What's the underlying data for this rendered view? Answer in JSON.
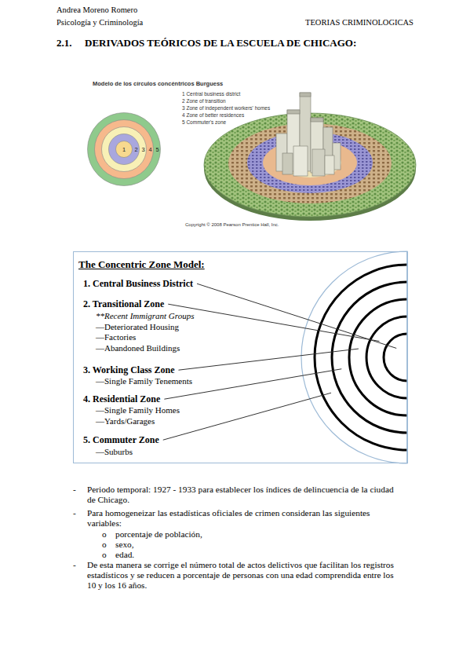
{
  "diagram": {
    "title": "DERIVADOS TEÓRICOS DE LA ESCUELA DE CHICAGO:",
    "nodes": [
      {
        "text": [
          "5"
        ]
      },
      {
        "text": [
          "4"
        ],
        "in": 0
      },
      {
        "text": [
          "3"
        ],
        "in": 1
      },
      {
        "text": [
          "2"
        ],
        "in": 2
      },
      {
        "text": [
          "1"
        ],
        "in": 3
      },
      {
        "text": [
          "The Concentric Zone Model:",
          "1. Central Business District",
          "2. Transitional Zone",
          "**Recent Immigrant Groups",
          "—Deteriorated Housing",
          "—Factories",
          "—Abandoned Buildings",
          "3. Working Class Zone",
          "—Single Family Tenements",
          "4. Residential Zone",
          "—Single Family Homes",
          "—Yards/Garages",
          "5. Commuter Zone",
          "—Suburbs"
        ]
      }
    ],
    "labels": [
      "Andrea Moreno Romero",
      "Psicología y Criminología",
      "TEORIAS CRIMINOLOGICAS",
      "2.1.",
      "Modelo de los círculos concéntricos Burguess",
      "1 Central business district",
      "2 Zone of transition",
      "3 Zone of independent workers' homes",
      "4 Zone of better residences",
      "5 Commuter's zone",
      "Copyright © 2008 Pearson Prentice Hall, Inc.",
      "-",
      "Periodo temporal: 1927 - 1933 para establecer los índices de delincuencia de la ciudad de Chicago.",
      "-",
      "Para homogeneizar las estadísticas oficiales de crimen consideran las siguientes variables:",
      "o",
      "porcentaje de población,",
      "o",
      "sexo,",
      "o",
      "edad.",
      "-",
      "De esta manera se corrige el número total de actos delictivos que facilitan los registros estadísticos y se reducen a porcentaje de personas con una edad comprendida entre los 10 y los 16 años."
    ]
  }
}
